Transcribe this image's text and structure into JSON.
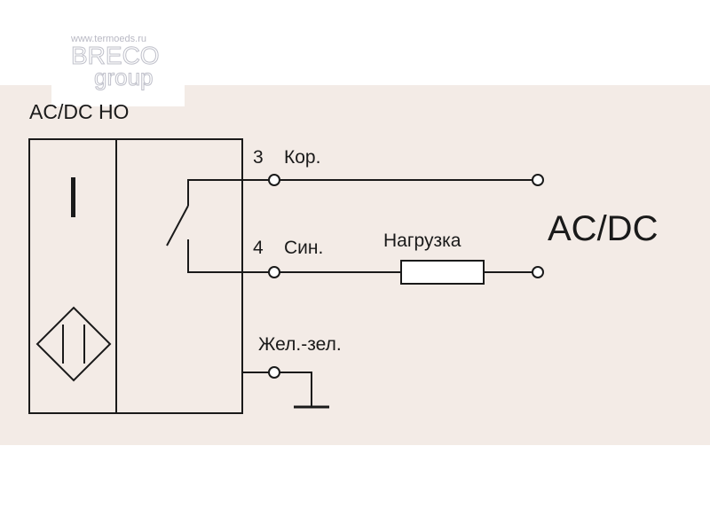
{
  "watermark": {
    "url": "www.termoeds.ru",
    "logo_top": "BRECO",
    "logo_bottom": "group"
  },
  "diagram": {
    "title": "AC/DC НО",
    "supply_label": "AC/DC",
    "terminals": [
      {
        "number": "3",
        "wire_color": "Кор."
      },
      {
        "number": "4",
        "wire_color": "Син."
      },
      {
        "number": "",
        "wire_color": "Жел.-зел."
      }
    ],
    "load_label": "Нагрузка",
    "colors": {
      "background_band": "#f3ebe6",
      "line": "#1a1a1a",
      "terminal_fill": "#ffffff"
    }
  }
}
